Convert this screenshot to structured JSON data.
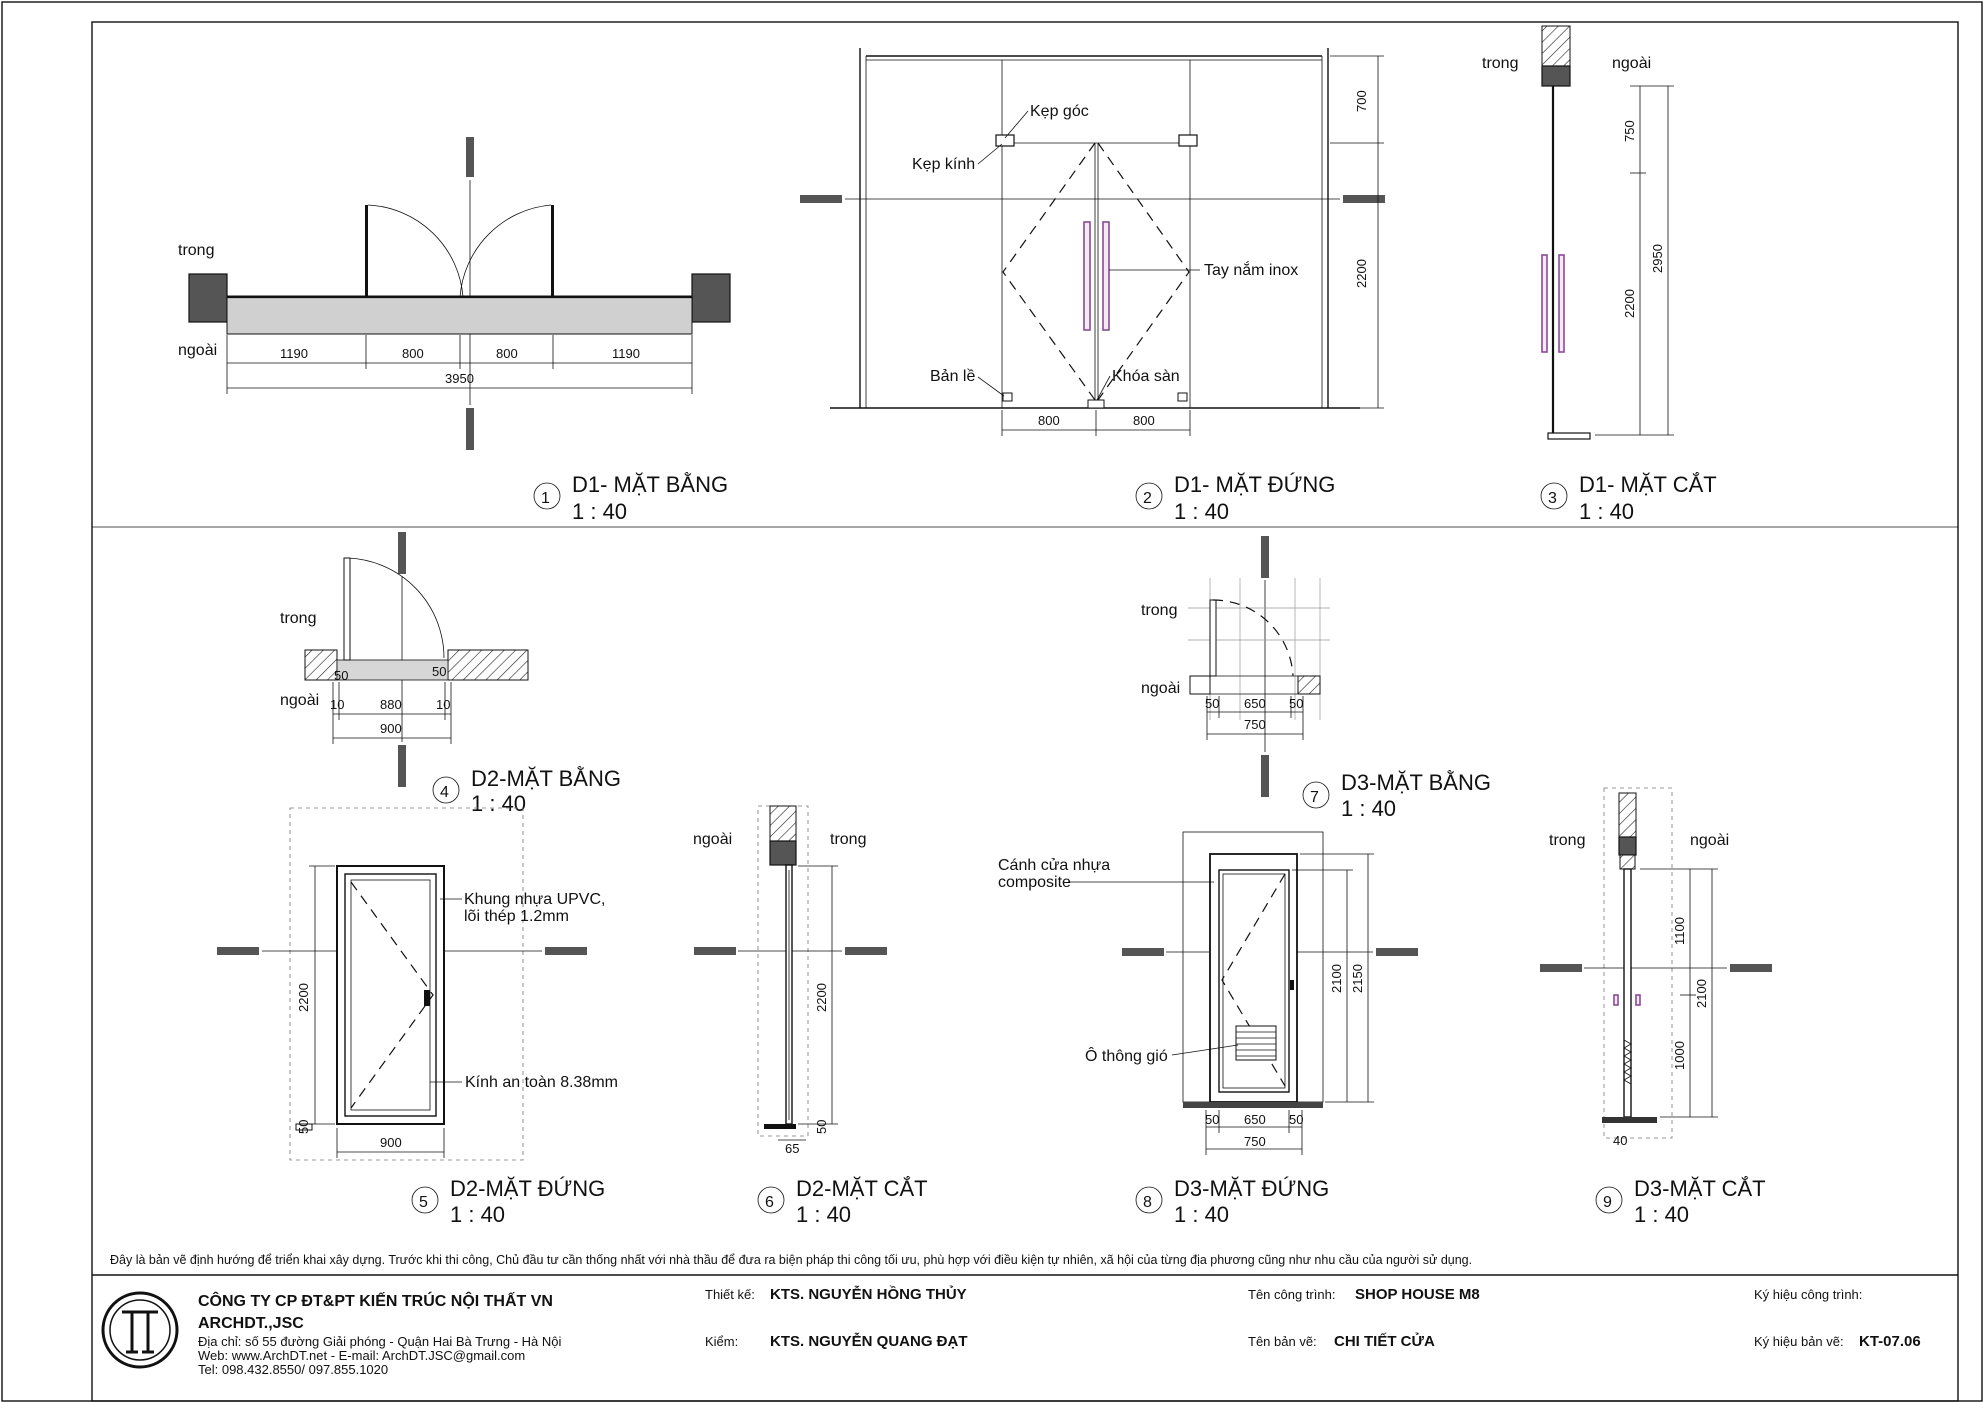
{
  "views": {
    "v1": {
      "num": "1",
      "title": "D1- MẶT BẰNG",
      "scale": "1 : 40"
    },
    "v2": {
      "num": "2",
      "title": "D1- MẶT ĐỨNG",
      "scale": "1 : 40"
    },
    "v3": {
      "num": "3",
      "title": "D1- MẶT CẮT",
      "scale": "1 : 40"
    },
    "v4": {
      "num": "4",
      "title": "D2-MẶT BẰNG",
      "scale": "1 : 40"
    },
    "v5": {
      "num": "5",
      "title": "D2-MẶT ĐỨNG",
      "scale": "1 : 40"
    },
    "v6": {
      "num": "6",
      "title": "D2-MẶT CẮT",
      "scale": "1 : 40"
    },
    "v7": {
      "num": "7",
      "title": "D3-MẶT BẰNG",
      "scale": "1 : 40"
    },
    "v8": {
      "num": "8",
      "title": "D3-MẶT ĐỨNG",
      "scale": "1 : 40"
    },
    "v9": {
      "num": "9",
      "title": "D3-MẶT CẮT",
      "scale": "1 : 40"
    }
  },
  "labels": {
    "trong": "trong",
    "ngoai": "ngoài",
    "kep_goc": "Kẹp góc",
    "kep_kinh": "Kẹp kính",
    "tay_nam": "Tay nắm inox",
    "ban_le": "Bản lề",
    "khoa_san": "Khóa sàn",
    "khung_1": "Khung nhựa UPVC,",
    "khung_2": "lõi thép 1.2mm",
    "kinh": "Kính an toàn 8.38mm",
    "canh_1": "Cánh cửa nhựa",
    "canh_2": "composite",
    "thong_gio": "Ô thông gió"
  },
  "dims": {
    "d1p": [
      "1190",
      "800",
      "800",
      "1190",
      "3950"
    ],
    "d1e_bottom": [
      "800",
      "800"
    ],
    "d1e_right": [
      "700",
      "2200"
    ],
    "d1s": [
      "750",
      "2200",
      "2950"
    ],
    "d2p": [
      "50",
      "50",
      "10",
      "880",
      "10",
      "900"
    ],
    "d2e": [
      "2200",
      "50",
      "900"
    ],
    "d2s": [
      "2200",
      "50",
      "65"
    ],
    "d3p": [
      "50",
      "650",
      "50",
      "750"
    ],
    "d3e": [
      "2100",
      "2150",
      "50",
      "650",
      "50",
      "750"
    ],
    "d3s": [
      "1100",
      "1000",
      "2100",
      "40"
    ]
  },
  "note": "Đây là bản vẽ định hướng để triển khai xây dựng. Trước khi thi công, Chủ đầu tư cần thống nhất với nhà thầu để đưa ra biện pháp thi công tối ưu, phù hợp với điều kiện tự nhiên, xã hội của từng địa phương cũng như nhu cầu của người sử dụng.",
  "company": {
    "name": "CÔNG TY CP ĐT&PT KIẾN TRÚC NỘI THẤT VN",
    "short": "ARCHDT.,JSC",
    "address": "Địa chỉ: số 55 đường Giải phóng - Quận Hai Bà Trưng - Hà Nội",
    "web": "Web: www.ArchDT.net  - E-mail: ArchDT.JSC@gmail.com",
    "tel": "Tel:  098.432.8550/ 097.855.1020"
  },
  "titleblock": {
    "thiet_ke_label": "Thiết kế:",
    "thiet_ke_value": "KTS. NGUYỄN HỒNG THỦY",
    "kiem_label": "Kiểm:",
    "kiem_value": "KTS. NGUYỄN QUANG ĐẠT",
    "ten_ct_label": "Tên công trình:",
    "ten_ct_value": "SHOP HOUSE M8",
    "ten_bv_label": "Tên bản vẽ:",
    "ten_bv_value": "CHI TIẾT CỬA",
    "ky_hieu_ct_label": "Ký hiệu công trình:",
    "ky_hieu_bv_label": "Ký hiệu bản vẽ:",
    "ky_hieu_bv_value": "KT-07.06"
  }
}
